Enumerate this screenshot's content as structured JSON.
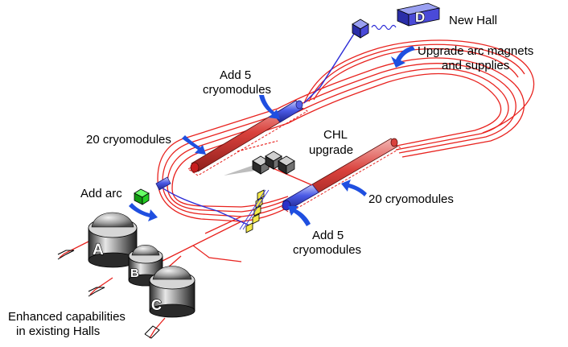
{
  "labels": {
    "new_hall": "New Hall",
    "upgrade_arc_l1": "Upgrade arc magnets",
    "upgrade_arc_l2": "and supplies",
    "add5_top_l1": "Add 5",
    "add5_top_l2": "cryomodules",
    "cryo20_left": "20 cryomodules",
    "chl_l1": "CHL",
    "chl_l2": "upgrade",
    "add_arc": "Add arc",
    "cryo20_right": "20 cryomodules",
    "add5_bottom_l1": "Add 5",
    "add5_bottom_l2": "cryomodules",
    "enhanced_l1": "Enhanced capabilities",
    "enhanced_l2": "in existing Halls"
  },
  "halls": {
    "a": "A",
    "b": "B",
    "c": "C",
    "d": "D"
  },
  "colors": {
    "beamline": "#e8231f",
    "new_beamline": "#2b2bd6",
    "arrow": "#1f4fe0",
    "linac": "#d9413c",
    "linac_new_section": "#3b4fe6",
    "hall_d_block": "#4a4ad8",
    "add_arc_cube": "#22dd22",
    "magnet_box": "#f4e94a",
    "chl_block": "#505050",
    "hall_dome": "#808080"
  }
}
